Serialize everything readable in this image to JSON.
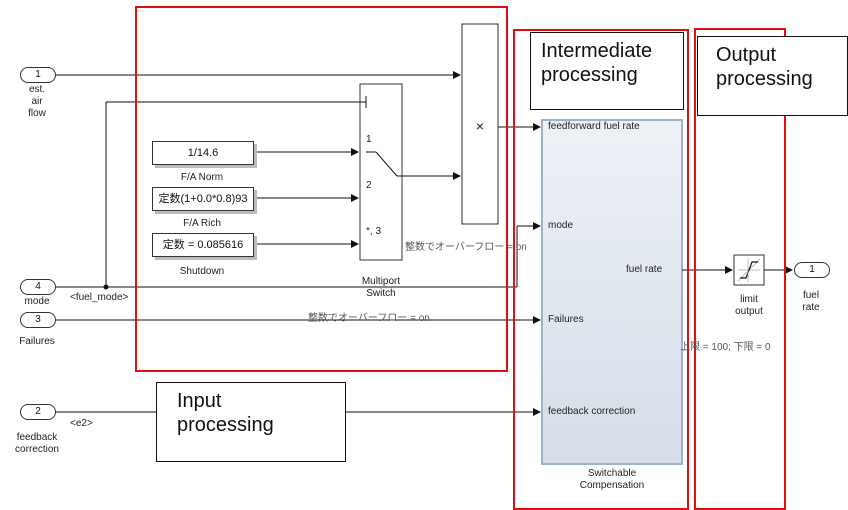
{
  "colors": {
    "highlight": "#e01010",
    "subsystem_fill": "#dfe6f0",
    "subsystem_border": "#9fb2cc"
  },
  "inports": [
    {
      "number": "1",
      "name_lines": [
        "est.",
        "air",
        "flow"
      ]
    },
    {
      "number": "4",
      "name_lines": [
        "mode"
      ]
    },
    {
      "number": "3",
      "name_lines": [
        "Failures"
      ]
    },
    {
      "number": "2",
      "name_lines": [
        "feedback",
        "correction"
      ]
    }
  ],
  "signal_labels": {
    "fuel_mode": "<fuel_mode>",
    "e2": "<e2>"
  },
  "constants": [
    {
      "value": "1/14.6",
      "name": "F/A Norm"
    },
    {
      "value": "定数(1+0.0*0.8)93",
      "name": "F/A Rich"
    },
    {
      "value": "定数 = 0.085616",
      "name": "Shutdown"
    }
  ],
  "multiport_switch": {
    "name_lines": [
      "Multiport",
      "Switch"
    ],
    "port_labels": [
      "1",
      "2",
      "*, 3"
    ]
  },
  "product_block": {
    "symbol": "×"
  },
  "subsystem": {
    "name_lines": [
      "Switchable",
      "Compensation"
    ],
    "inputs": [
      "feedforward fuel rate",
      "mode",
      "Failures",
      "feedback correction"
    ],
    "output": "fuel rate"
  },
  "saturation": {
    "name_lines": [
      "limit",
      "output"
    ],
    "param": "上限 = 100; 下限 = 0"
  },
  "outport": {
    "number": "1",
    "name_lines": [
      "fuel",
      "rate"
    ]
  },
  "overflow_notes": [
    "整数でオーバーフロー = on",
    "整数でオーバーフロー = on"
  ],
  "callouts": {
    "intermediate": [
      "Intermediate",
      "processing"
    ],
    "output": [
      "Output",
      "processing"
    ],
    "input": [
      "Input",
      "processing"
    ]
  }
}
